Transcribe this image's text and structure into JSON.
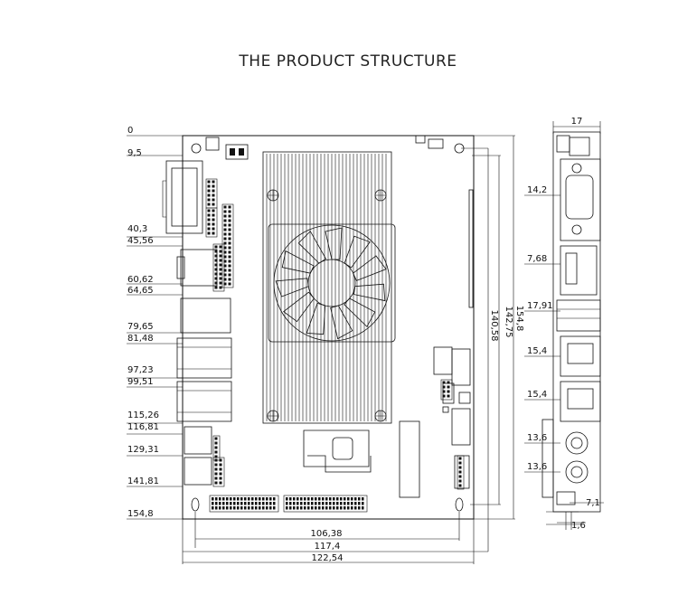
{
  "title": "THE PRODUCT STRUCTURE",
  "left_dims": [
    "0",
    "9,5",
    "40,3",
    "45,56",
    "60,62",
    "64,65",
    "79,65",
    "81,48",
    "97,23",
    "99,51",
    "115,26",
    "116,81",
    "129,31",
    "141,81",
    "154,8"
  ],
  "right_vertical_dims": [
    "154,8",
    "142,75",
    "140,58"
  ],
  "bottom_dims": [
    "106,38",
    "117,4",
    "122,54"
  ],
  "side_dims": {
    "width": "17",
    "labels": [
      "14,2",
      "7,68",
      "17,91",
      "15,4",
      "15,4",
      "13,6",
      "13,6"
    ],
    "small_a": "7,1",
    "small_b": "1,6"
  }
}
